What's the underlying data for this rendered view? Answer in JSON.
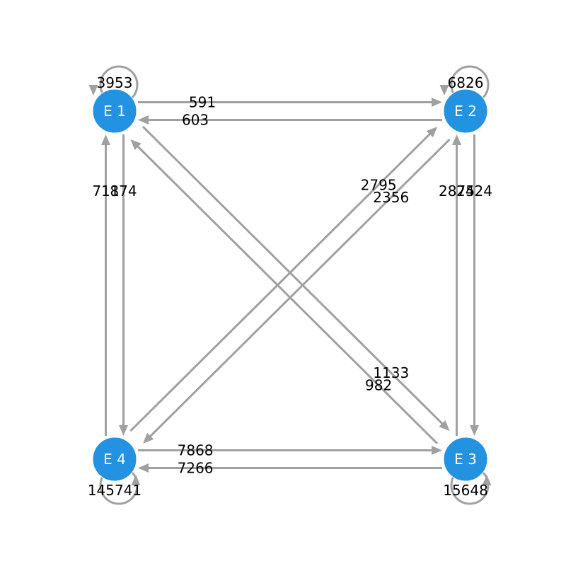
{
  "colors": {
    "node_fill": "#2392e0",
    "node_stroke": "#ffffff",
    "edge": "#a0a0a0",
    "label": "#000000"
  },
  "nodes": [
    {
      "id": "E1",
      "label": "E 1"
    },
    {
      "id": "E2",
      "label": "E 2"
    },
    {
      "id": "E3",
      "label": "E 3"
    },
    {
      "id": "E4",
      "label": "E 4"
    }
  ],
  "edges": [
    {
      "from": "E1",
      "to": "E1",
      "weight": "3953"
    },
    {
      "from": "E2",
      "to": "E2",
      "weight": "6826"
    },
    {
      "from": "E3",
      "to": "E3",
      "weight": "15648"
    },
    {
      "from": "E4",
      "to": "E4",
      "weight": "145741"
    },
    {
      "from": "E1",
      "to": "E2",
      "weight": "591"
    },
    {
      "from": "E2",
      "to": "E1",
      "weight": "603"
    },
    {
      "from": "E1",
      "to": "E4",
      "weight": "874"
    },
    {
      "from": "E4",
      "to": "E1",
      "weight": "711"
    },
    {
      "from": "E1",
      "to": "E3",
      "weight": "1133"
    },
    {
      "from": "E3",
      "to": "E1",
      "weight": "982"
    },
    {
      "from": "E4",
      "to": "E2",
      "weight": "2795"
    },
    {
      "from": "E2",
      "to": "E4",
      "weight": "2356"
    },
    {
      "from": "E2",
      "to": "E3",
      "weight": "2424"
    },
    {
      "from": "E3",
      "to": "E2",
      "weight": "2875"
    },
    {
      "from": "E4",
      "to": "E3",
      "weight": "7868"
    },
    {
      "from": "E3",
      "to": "E4",
      "weight": "7266"
    }
  ]
}
